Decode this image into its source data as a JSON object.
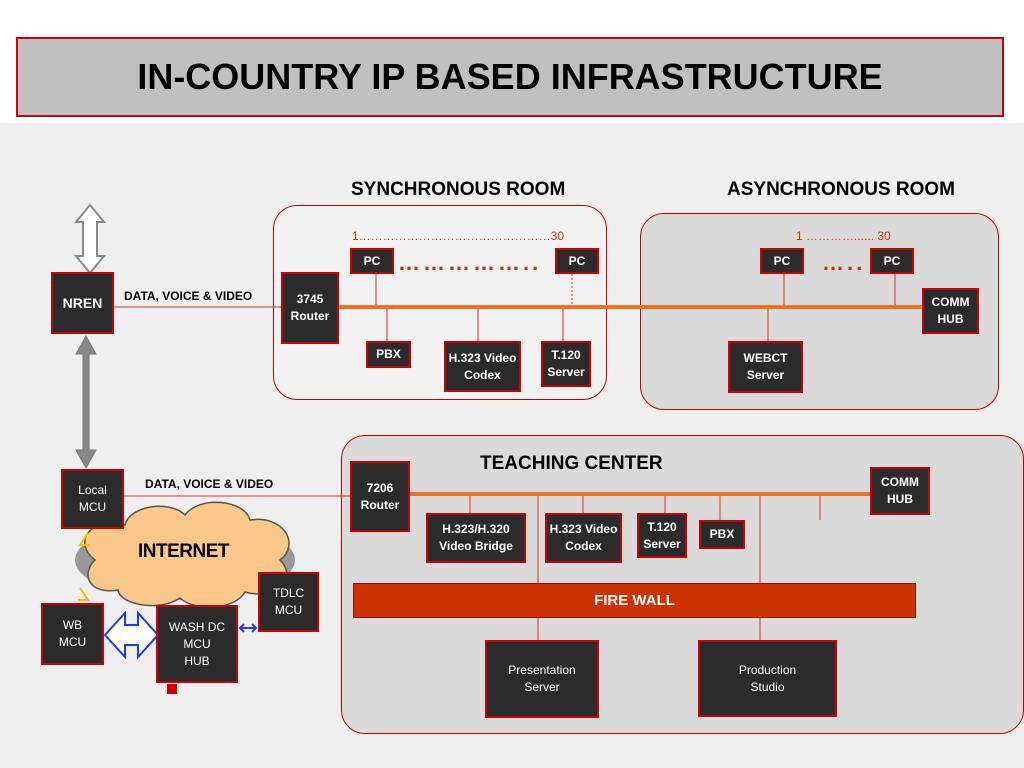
{
  "title": "IN-COUNTRY IP BASED INFRASTRUCTURE",
  "sync_room": {
    "heading": "SYNCHRONOUS ROOM",
    "range": "1…………………………………………30",
    "pc1": "PC",
    "pc2": "PC",
    "dots": "……………..",
    "router": "3745\nRouter",
    "pbx": "PBX",
    "codec": "H.323 Video\nCodex",
    "t120": "T.120\nServer"
  },
  "async_room": {
    "heading": "ASYNCHRONOUS ROOM",
    "range": "1 …………...... 30",
    "pc1": "PC",
    "pc2": "PC",
    "dots": "…..",
    "comm_hub": "COMM\nHUB",
    "webct": "WEBCT\nServer"
  },
  "nren": "NREN",
  "link_label_top": "DATA, VOICE & VIDEO",
  "local_mcu": "Local\nMCU",
  "link_label_bottom": "DATA, VOICE & VIDEO",
  "internet": "INTERNET",
  "wb_mcu": "WB\nMCU",
  "wash_mcu": "WASH  DC\nMCU\nHUB",
  "tdlc_mcu": "TDLC\nMCU",
  "teaching": {
    "heading": "TEACHING CENTER",
    "router": "7206\nRouter",
    "comm_hub": "COMM\nHUB",
    "bridge": "H.323/H.320\nVideo Bridge",
    "codec": "H.323 Video\nCodex",
    "t120": "T.120\nServer",
    "pbx": "PBX",
    "firewall": "FIRE WALL",
    "presentation": "Presentation\nServer",
    "production": "Production\nStudio"
  },
  "colors": {
    "accent_red": "#cc0000",
    "orange_bus": "#f07020",
    "box_fill": "#2b2b2b",
    "firewall": "#cc3300"
  }
}
